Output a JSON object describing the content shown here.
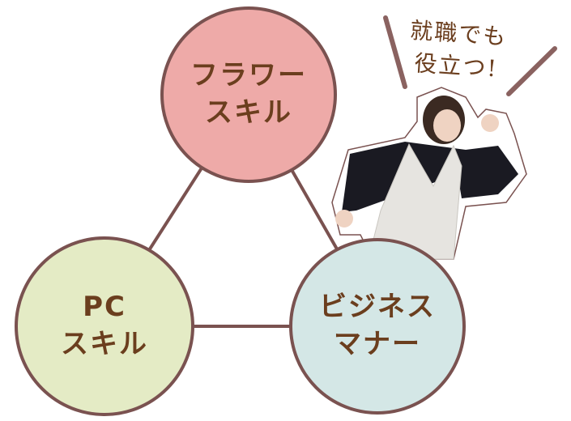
{
  "circles": [
    {
      "line1": "フラワー",
      "line2": "スキル",
      "color": "#eeaaa8"
    },
    {
      "line1": "PC",
      "line2": "スキル",
      "color": "#e4ebc5"
    },
    {
      "line1": "ビジネス",
      "line2": "マナー",
      "color": "#d4e7e6"
    }
  ],
  "callout": {
    "line1": "就職でも",
    "line2": "役立つ!"
  },
  "colors": {
    "stroke": "#7a5250",
    "text": "#6b3e1e"
  }
}
